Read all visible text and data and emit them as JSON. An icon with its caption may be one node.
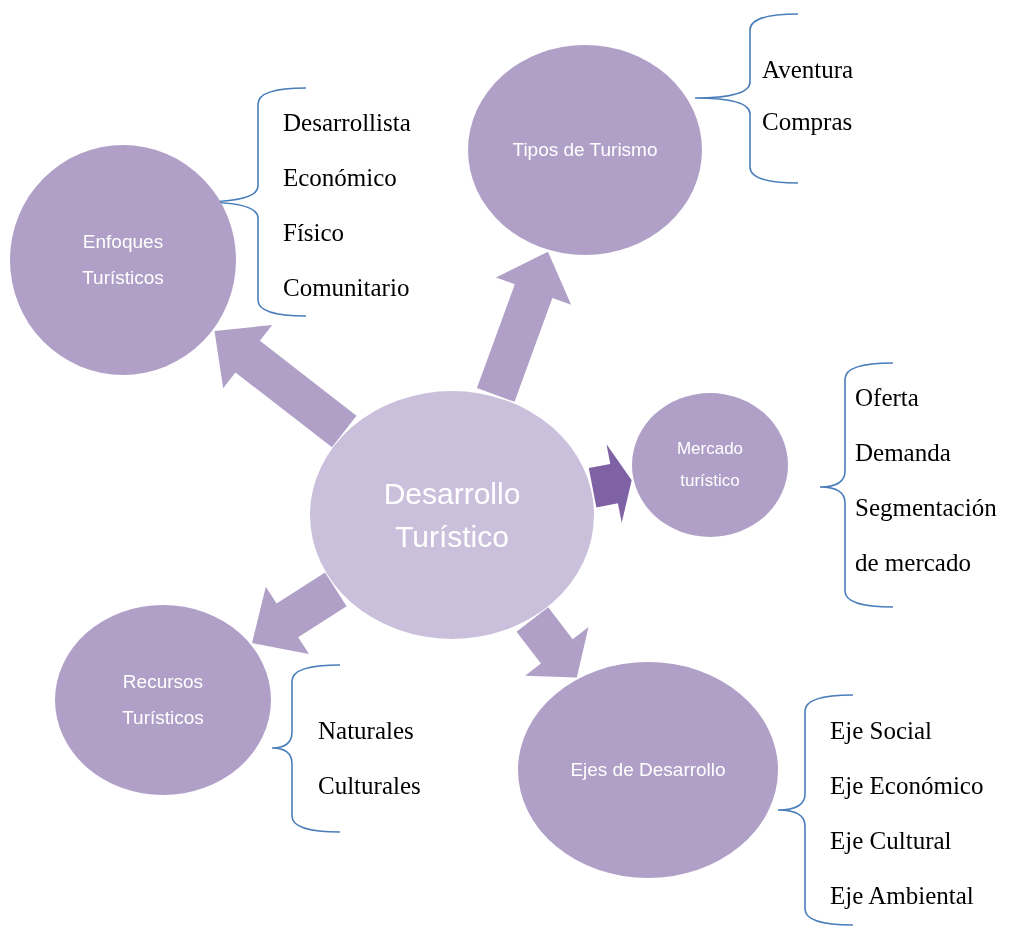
{
  "diagram": {
    "nodes": [
      {
        "text": [
          "Desarrollo Turístico"
        ]
      },
      {
        "text": [
          "Enfoques Turísticos"
        ],
        "beside": [
          "Desarrollista",
          "Económico",
          "Físico",
          "Comunitario"
        ]
      },
      {
        "text": [
          "Tipos de Turismo"
        ],
        "beside": [
          "Aventura",
          "Compras"
        ]
      },
      {
        "text": [
          "Mercado turístico"
        ],
        "beside": [
          "Oferta",
          "Demanda",
          "Segmentación de mercado"
        ]
      },
      {
        "text": [
          "Recursos Turísticos"
        ],
        "beside": [
          "Naturales",
          "Culturales"
        ]
      },
      {
        "text": [
          "Ejes de Desarrollo"
        ],
        "beside": [
          "Eje Social",
          "Eje Económico",
          "Eje Cultural",
          "Eje Ambiental"
        ]
      }
    ],
    "edges": [
      {
        "from": 0,
        "to": 1,
        "arrow": "to"
      },
      {
        "from": 0,
        "to": 2,
        "arrow": "to"
      },
      {
        "from": 0,
        "to": 3,
        "arrow": "to",
        "color": "#7f62a3"
      },
      {
        "from": 0,
        "to": 4,
        "arrow": "to"
      },
      {
        "from": 0,
        "to": 5,
        "arrow": "to"
      }
    ]
  }
}
